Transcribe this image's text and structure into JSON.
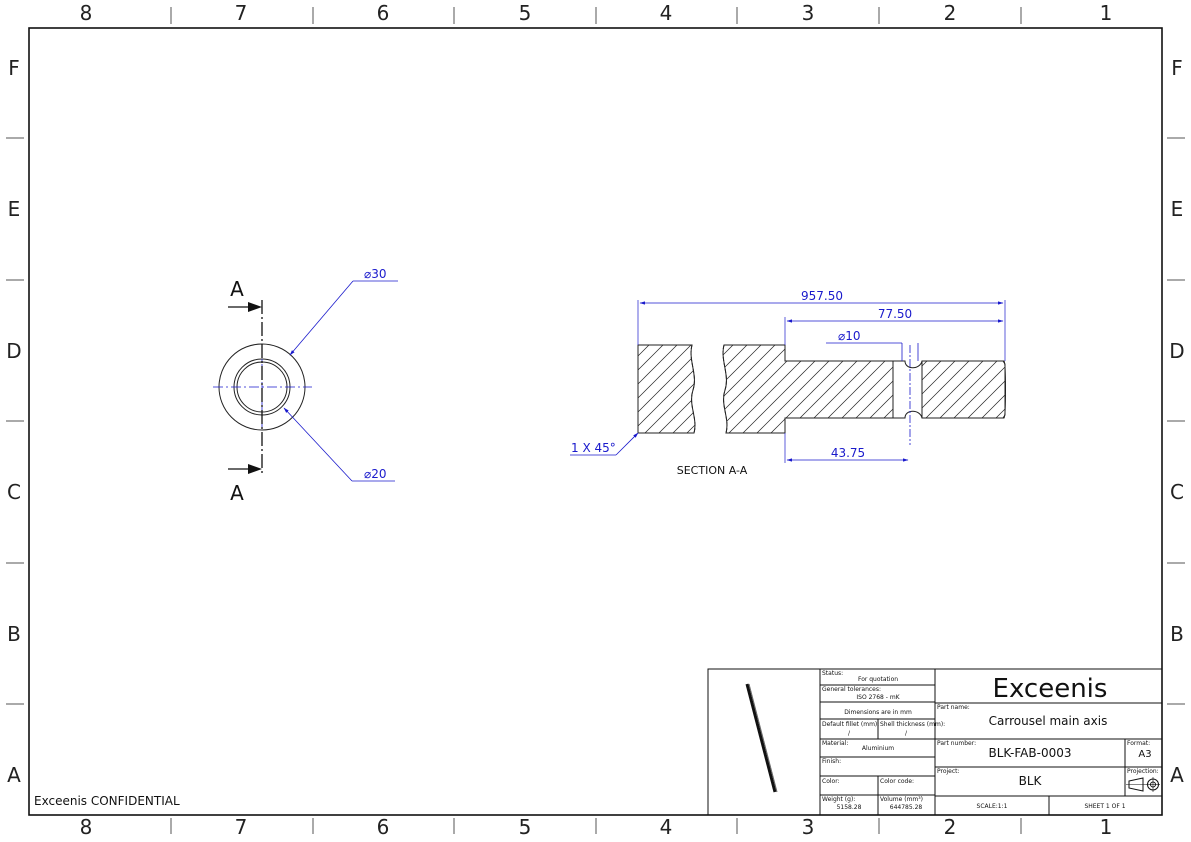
{
  "zones": {
    "columns": [
      "8",
      "7",
      "6",
      "5",
      "4",
      "3",
      "2",
      "1"
    ],
    "rows": [
      "F",
      "E",
      "D",
      "C",
      "B",
      "A"
    ]
  },
  "confidential": "Exceenis CONFIDENTIAL",
  "views": {
    "section_marks": {
      "top": "A",
      "bottom": "A"
    },
    "diameters": {
      "outer": "⌀30",
      "inner": "⌀20",
      "groove": "⌀10"
    },
    "dimensions": {
      "overall_length": "957.50",
      "step_length": "77.50",
      "groove_pos": "43.75",
      "chamfer": "1 X 45°"
    },
    "section_label": "SECTION A-A"
  },
  "title_block": {
    "status_label": "Status:",
    "status_value": "For quotation",
    "tolerance_label": "General tolerances:",
    "tolerance_value": "ISO 2768 - mK",
    "units_note": "Dimensions are in mm",
    "fillet_label": "Default fillet (mm):",
    "fillet_value": "/",
    "shell_label": "Shell thickness (mm):",
    "shell_value": "/",
    "material_label": "Material:",
    "material_value": "Aluminium",
    "finish_label": "Finish:",
    "finish_value": "",
    "color_label": "Color:",
    "color_code_label": "Color code:",
    "weight_label": "Weight (g):",
    "weight_value": "5158.28",
    "volume_label": "Volume (mm³)",
    "volume_value": "644785.28",
    "company": "Exceenis",
    "part_name_label": "Part name:",
    "part_name": "Carrousel main axis",
    "part_number_label": "Part number:",
    "part_number": "BLK-FAB-0003",
    "format_label": "Format:",
    "format_value": "A3",
    "project_label": "Project:",
    "project_value": "BLK",
    "projection_label": "Projection:",
    "scale": "SCALE:1:1",
    "sheet": "SHEET 1 OF 1"
  }
}
